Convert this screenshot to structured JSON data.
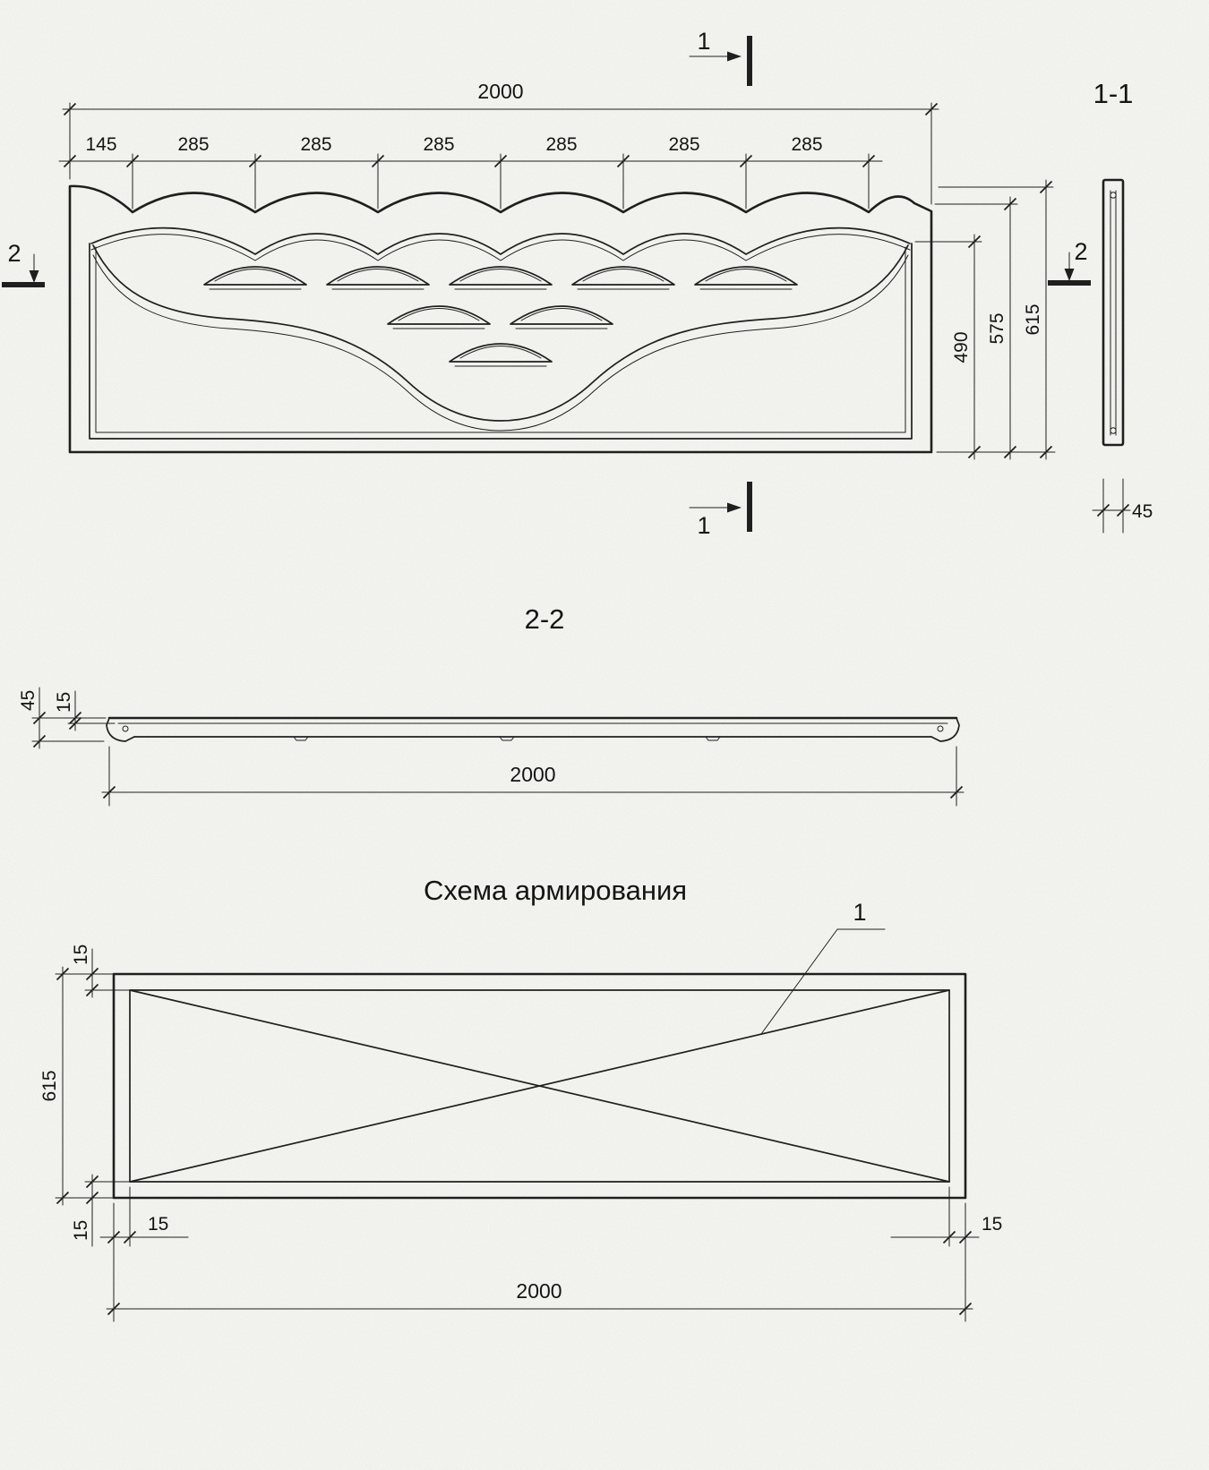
{
  "page": {
    "background": "#f7f7f4",
    "ink": "#1f1f1f"
  },
  "elevation": {
    "overall_width": "2000",
    "segments": [
      "145",
      "285",
      "285",
      "285",
      "285",
      "285",
      "285"
    ],
    "height_dims": {
      "inner": "490",
      "middle": "575",
      "overall": "615"
    },
    "section_marks": {
      "horizontal": "1",
      "vertical": "2"
    }
  },
  "section_1_1": {
    "title": "1-1",
    "thickness": "45"
  },
  "section_2_2": {
    "title": "2-2",
    "thickness_total": "45",
    "thickness_slab": "15",
    "length": "2000"
  },
  "reinforcement": {
    "title": "Схема армирования",
    "callout": "1",
    "height": "615",
    "cover_top": "15",
    "cover_bottom": "15",
    "cover_left": "15",
    "cover_right": "15",
    "length": "2000"
  }
}
